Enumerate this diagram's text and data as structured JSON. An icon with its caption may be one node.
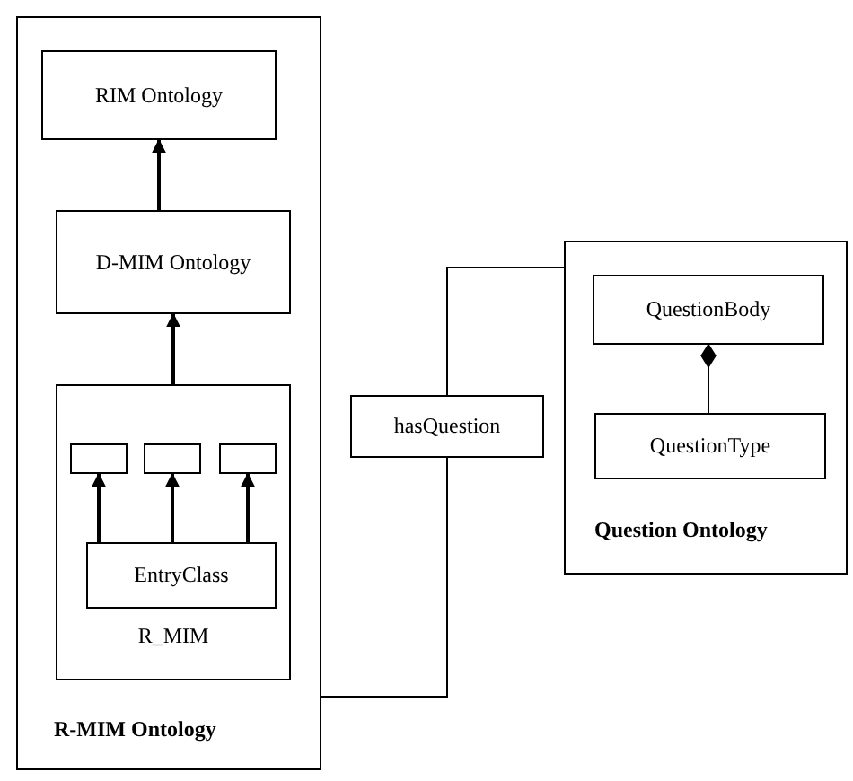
{
  "diagram": {
    "nodes": [
      {
        "text": [
          "R-MIM Ontology"
        ]
      },
      {
        "text": [
          "RIM Ontology"
        ],
        "in": 0
      },
      {
        "text": [
          "D-MIM Ontology"
        ],
        "in": 0
      },
      {
        "text": [
          "R_MIM"
        ],
        "in": 0
      },
      {
        "text": [],
        "shape": "box",
        "in": 3
      },
      {
        "text": [],
        "shape": "box",
        "in": 3
      },
      {
        "text": [],
        "shape": "box",
        "in": 3
      },
      {
        "text": [
          "EntryClass"
        ],
        "in": 3
      },
      {
        "text": [
          "hasQuestion"
        ]
      },
      {
        "text": [
          "Question Ontology"
        ]
      },
      {
        "text": [
          "QuestionBody"
        ],
        "in": 9
      },
      {
        "text": [
          "QuestionType"
        ],
        "in": 9
      }
    ],
    "edges": [
      {
        "from": 2,
        "to": 1,
        "arrow": "to"
      },
      {
        "from": 3,
        "to": 2,
        "arrow": "to"
      },
      {
        "from": 7,
        "to": 4,
        "arrow": "to"
      },
      {
        "from": 7,
        "to": 5,
        "arrow": "to"
      },
      {
        "from": 7,
        "to": 6,
        "arrow": "to"
      },
      {
        "from": 8,
        "to": 0,
        "arrow": "none"
      },
      {
        "from": 8,
        "to": 9,
        "arrow": "none"
      },
      {
        "from": 11,
        "to": 10,
        "arrow": "other"
      }
    ]
  }
}
